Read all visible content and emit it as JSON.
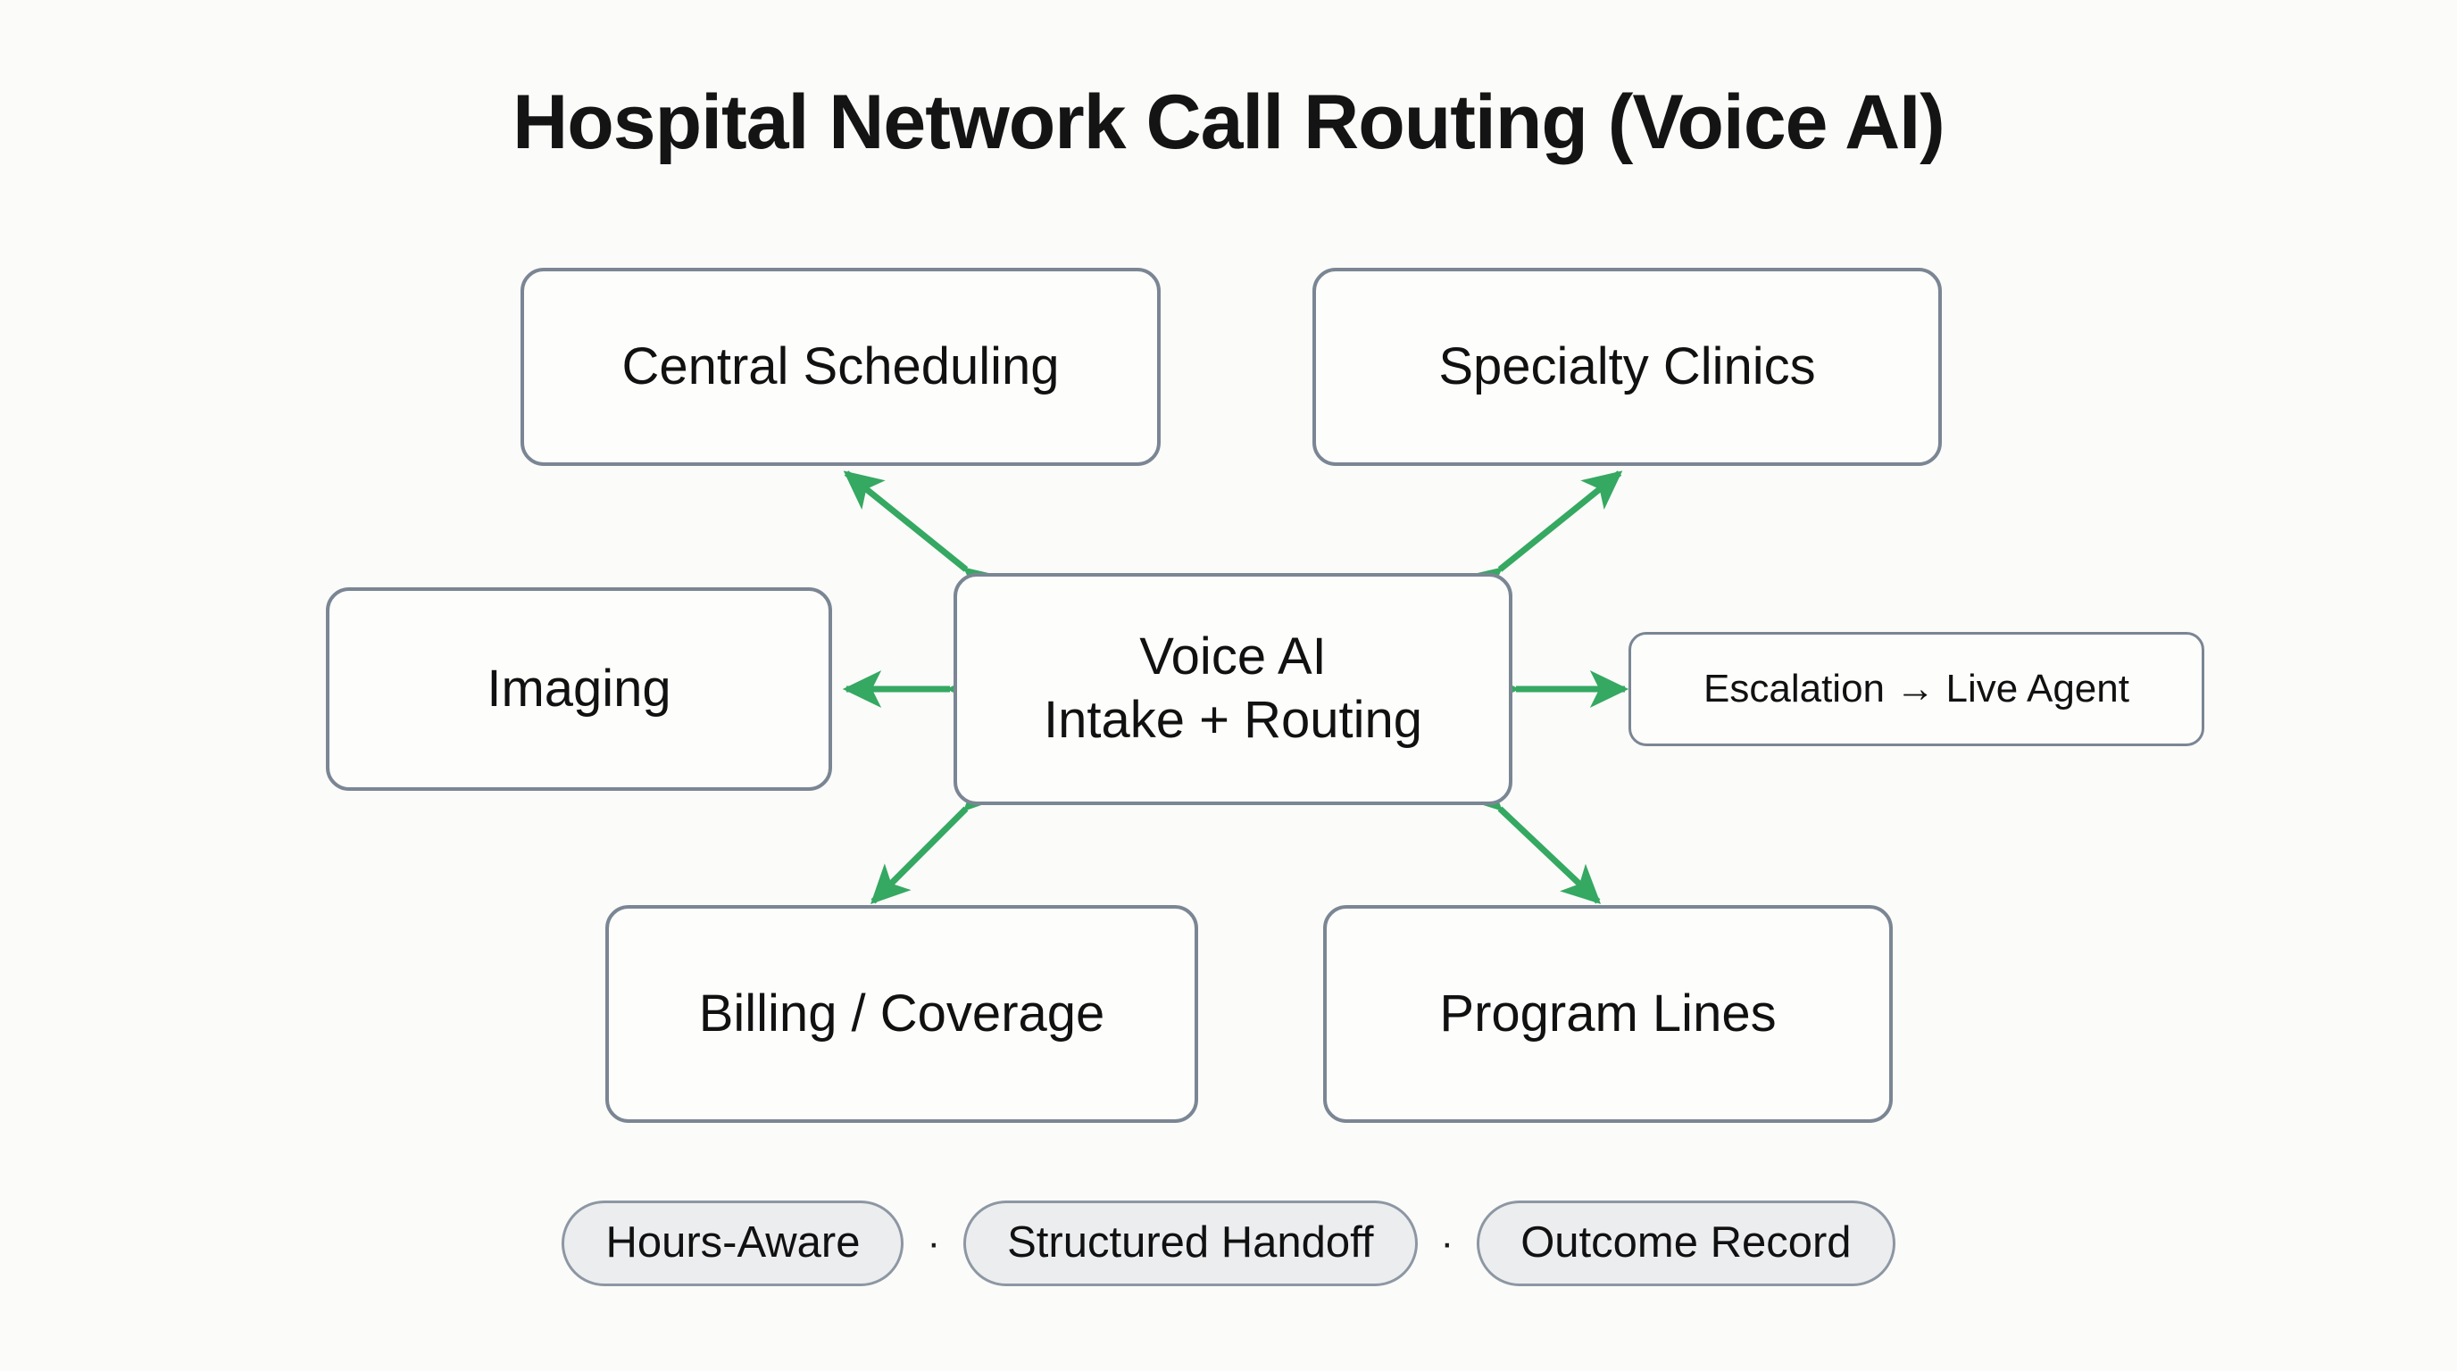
{
  "page": {
    "title": "Hospital Network Call Routing (Voice AI)",
    "background_color": "#fbfbf9",
    "node_border_color": "#7b8694",
    "node_fill_color": "#fdfdfb",
    "arrow_color": "#35a862",
    "pill_fill_color": "#ecedef",
    "pill_border_color": "#8d97a3",
    "text_color": "#111111"
  },
  "diagram": {
    "type": "hub-and-spoke",
    "center": {
      "id": "voice-ai",
      "label": "Voice AI\nIntake + Routing",
      "line1": "Voice AI",
      "line2": "Intake + Routing"
    },
    "nodes": [
      {
        "id": "central-scheduling",
        "label": "Central Scheduling",
        "position": "top-left"
      },
      {
        "id": "specialty-clinics",
        "label": "Specialty Clinics",
        "position": "top-right"
      },
      {
        "id": "imaging",
        "label": "Imaging",
        "position": "mid-left"
      },
      {
        "id": "escalation-live-agent",
        "label": "Escalation → Live Agent",
        "position": "mid-right"
      },
      {
        "id": "billing-coverage",
        "label": "Billing / Coverage",
        "position": "bottom-left"
      },
      {
        "id": "program-lines",
        "label": "Program Lines",
        "position": "bottom-right"
      }
    ],
    "edges": [
      {
        "from": "voice-ai",
        "to": "central-scheduling",
        "style": "double-arrow"
      },
      {
        "from": "voice-ai",
        "to": "specialty-clinics",
        "style": "double-arrow"
      },
      {
        "from": "voice-ai",
        "to": "imaging",
        "style": "double-arrow"
      },
      {
        "from": "voice-ai",
        "to": "escalation-live-agent",
        "style": "double-arrow"
      },
      {
        "from": "voice-ai",
        "to": "billing-coverage",
        "style": "double-arrow"
      },
      {
        "from": "voice-ai",
        "to": "program-lines",
        "style": "double-arrow"
      }
    ]
  },
  "footer": {
    "pills": [
      {
        "id": "hours-aware",
        "label": "Hours-Aware"
      },
      {
        "id": "structured-handoff",
        "label": "Structured Handoff"
      },
      {
        "id": "outcome-record",
        "label": "Outcome Record"
      }
    ],
    "separator": "·"
  }
}
